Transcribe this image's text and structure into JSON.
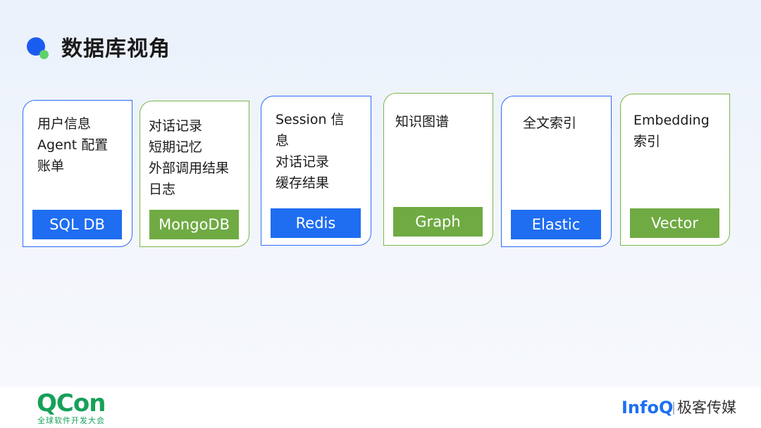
{
  "header": {
    "title": "数据库视角"
  },
  "cards": [
    {
      "text": "用户信息\nAgent 配置\n账单",
      "tag": "SQL DB",
      "color": "#1f6df1"
    },
    {
      "text": "对话记录\n短期记忆\n外部调用结果\n日志",
      "tag": "MongoDB",
      "color": "#6faa43"
    },
    {
      "text": "Session 信\n息\n对话记录\n缓存结果",
      "tag": "Redis",
      "color": "#1f6df1"
    },
    {
      "text": "知识图谱",
      "tag": "Graph",
      "color": "#6faa43"
    },
    {
      "text": "全文索引",
      "tag": "Elastic",
      "color": "#1f6df1"
    },
    {
      "text": "Embedding\n索引",
      "tag": "Vector",
      "color": "#6faa43"
    }
  ],
  "footer": {
    "left_logo": "QCon",
    "left_subtitle": "全球软件开发大会",
    "right_logo": "InfoQ",
    "right_subtitle": "极客传媒"
  }
}
